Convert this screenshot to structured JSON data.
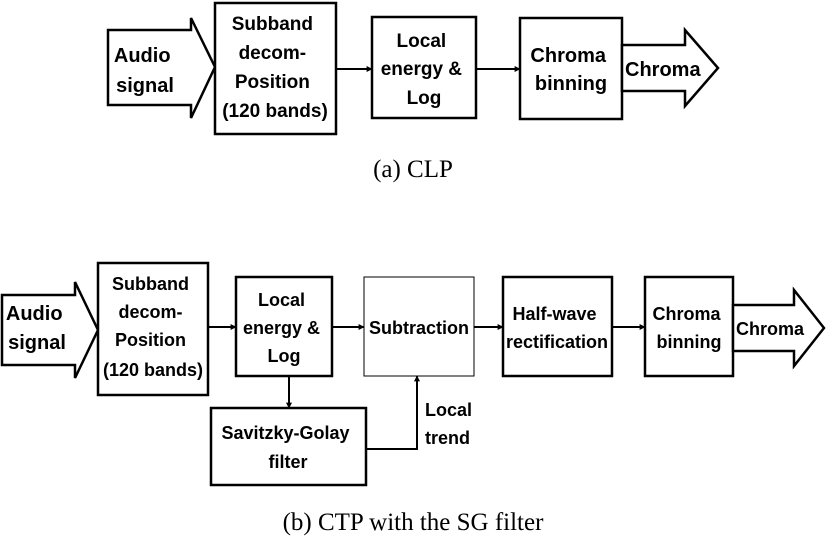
{
  "diagram_a": {
    "input": [
      "Audio",
      "signal"
    ],
    "subband": [
      "Subband",
      "decom-",
      "Position",
      "(120 bands)"
    ],
    "local_energy": [
      "Local",
      "energy &",
      "Log"
    ],
    "chroma_binning": [
      "Chroma",
      "binning"
    ],
    "output": "Chroma",
    "caption": "(a) CLP"
  },
  "diagram_b": {
    "input": [
      "Audio",
      "signal"
    ],
    "subband": [
      "Subband",
      "decom-",
      "Position",
      "(120 bands)"
    ],
    "local_energy": [
      "Local",
      "energy &",
      "Log"
    ],
    "subtraction": "Subtraction",
    "half_wave": [
      "Half-wave",
      "rectification"
    ],
    "chroma_binning": [
      "Chroma",
      "binning"
    ],
    "output": "Chroma",
    "sg_filter": [
      "Savitzky-Golay",
      "filter"
    ],
    "local_trend": [
      "Local",
      "trend"
    ],
    "caption": "(b) CTP with the SG filter"
  }
}
